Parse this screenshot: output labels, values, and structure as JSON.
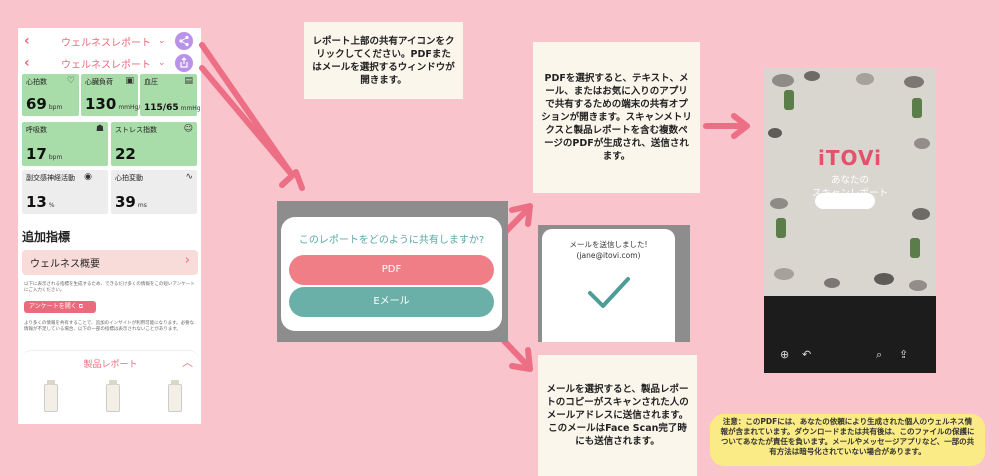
{
  "phone": {
    "header_title": "ウェルネスレポート",
    "metrics": [
      {
        "label": "心拍数",
        "value": "69",
        "unit": "bpm",
        "icon": "heartbeat-icon"
      },
      {
        "label": "心臓負荷",
        "value": "130",
        "unit": "mmHg/s",
        "icon": "heart-load-icon"
      },
      {
        "label": "血圧",
        "value": "115/65",
        "unit": "mmHg",
        "icon": "blood-pressure-icon"
      },
      {
        "label": "呼吸数",
        "value": "17",
        "unit": "bpm",
        "icon": "lungs-icon"
      },
      {
        "label": "ストレス指数",
        "value": "22",
        "unit": "",
        "icon": "smiley-icon"
      },
      {
        "label": "副交感神経活動",
        "value": "13",
        "unit": "%",
        "icon": "nerve-icon"
      },
      {
        "label": "心拍変動",
        "value": "39",
        "unit": "ms",
        "icon": "pulse-wave-icon"
      }
    ],
    "additional_title": "追加指標",
    "wellness_overview": "ウェルネス概要",
    "survey_note": "以下に表示される指標を生成するため、できるだけ多くの情報をこの短いアンケートにご入力ください。",
    "survey_button": "アンケートを開く",
    "insight_note": "より多くの情報を共有することで、追加のインサイトが利用可能になります。必要な情報が不足している場合、以下の一部の指標は表示されないことがあります。",
    "product_report": "製品レポート"
  },
  "notes": {
    "share_icon": "レポート上部の共有アイコンをクリックしてください。PDFまたはメールを選択するウィンドウが開きます。",
    "pdf": "PDFを選択すると、テキスト、メール、またはお気に入りのアプリで共有するための端末の共有オプションが開きます。スキャンメトリクスと製品レポートを含む複数ページのPDFが生成され、送信されます。",
    "email": "メールを選択すると、製品レポートのコピーがスキャンされた人のメールアドレスに送信されます。このメールはFace Scan完了時にも送信されます。"
  },
  "dialog": {
    "question": "このレポートをどのように共有しますか?",
    "pdf_label": "PDF",
    "email_label": "Eメール"
  },
  "sent": {
    "line1": "メールを送信しました!",
    "line2": "(jane@itovi.com)"
  },
  "report": {
    "logo": "iTOVi",
    "title1": "あなたの",
    "title2": "スキャンレポート"
  },
  "disclaimer": "注意：このPDFには、あなたの依頼により生成された個人のウェルネス情報が含まれています。ダウンロードまたは共有後は、このファイルの保護についてあなたが責任を負います。メールやメッセージアプリなど、一部の共有方法は暗号化されていない場合があります。",
  "colors": {
    "accent": "#e96b7c",
    "pdf": "#f07e86",
    "email": "#6bb0a8",
    "share": "#b993e8",
    "arrow": "#ec6f85",
    "green_tile": "#a8dca8"
  }
}
